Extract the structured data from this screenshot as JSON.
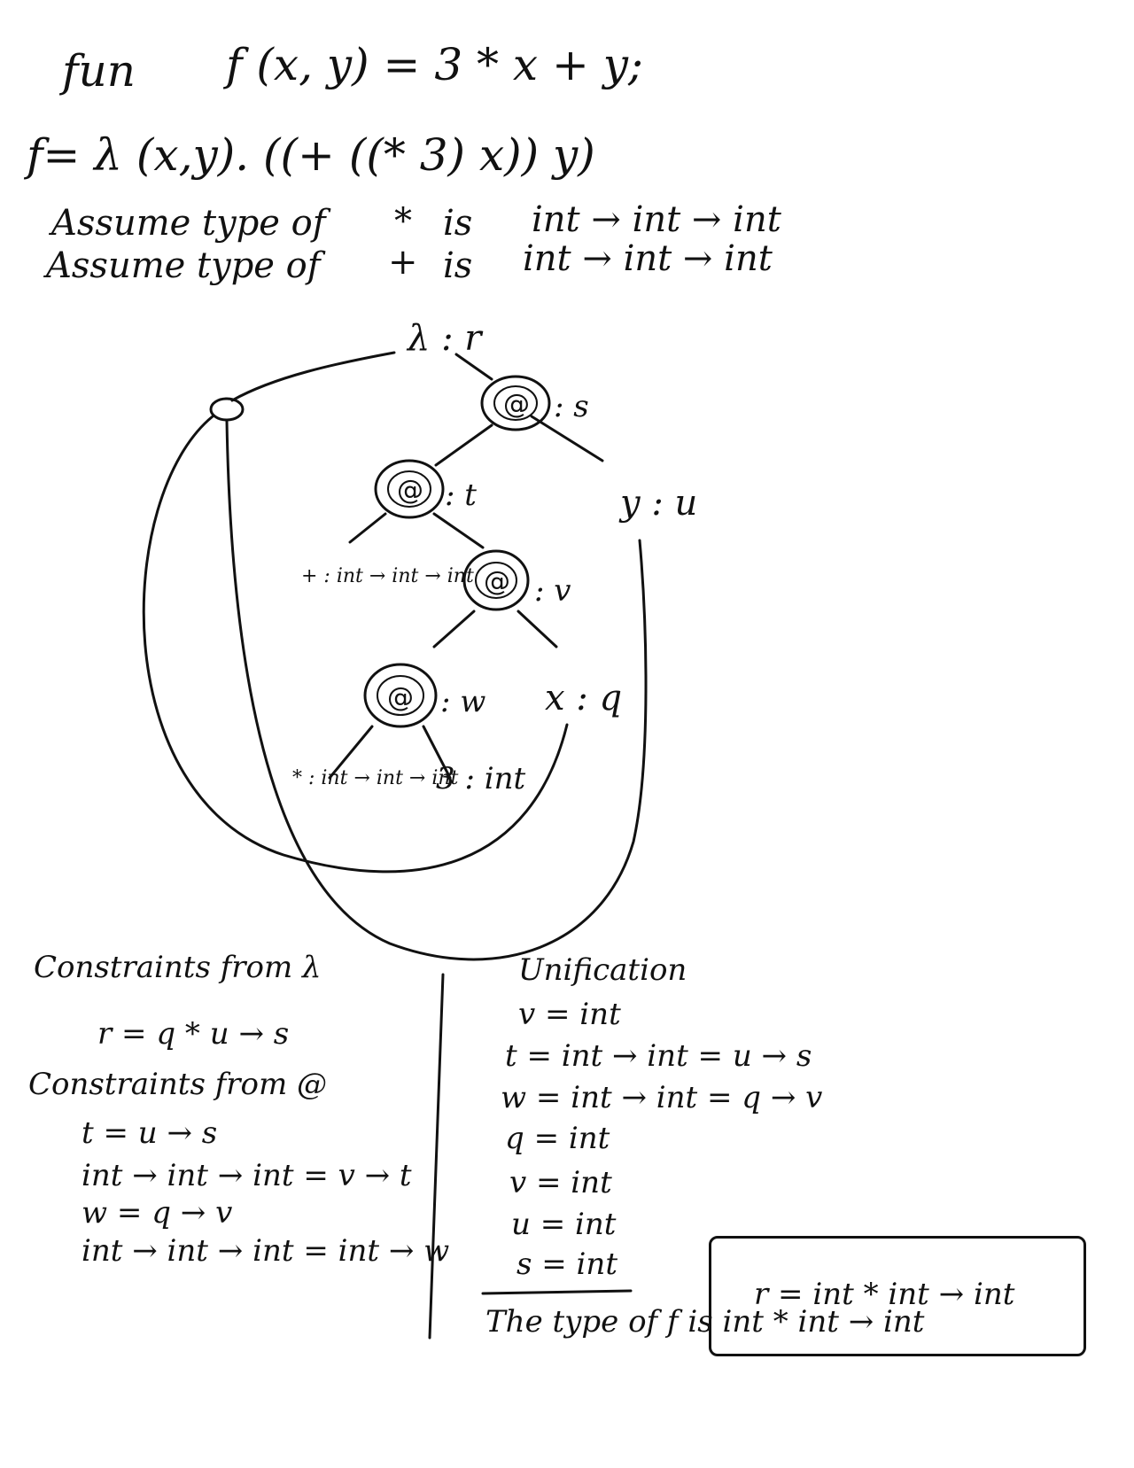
{
  "header": {
    "line1_fun": "fun",
    "line1_def": "f (x, y) = 3 * x + y;",
    "line2_lambda": "f= λ (x,y). ((+   ((*  3)  x))  y)",
    "assume1_prefix": "Assume type of",
    "assume1_op": "*",
    "assume1_is": "is",
    "assume1_type": "int → int → int",
    "assume2_prefix": "Assume type of",
    "assume2_op": "+",
    "assume2_is": "is",
    "assume2_type": "int → int → int"
  },
  "tree": {
    "root": "λ : r",
    "app_s": ": s",
    "app_t": ": t",
    "app_v": ": v",
    "app_w": ": w",
    "app_symbol": "@",
    "y_node": "y : u",
    "x_node": "x : q",
    "plus_node": "+ : int → int → int",
    "times_node": "* : int → int → int",
    "three_node": "3 : int"
  },
  "constraints": {
    "lambda_heading": "Constraints from λ",
    "lambda_items": [
      "r = q * u → s"
    ],
    "app_heading": "Constraints from @",
    "app_items": [
      "t = u → s",
      "int → int → int = v → t",
      "w = q → v",
      "int → int → int = int → w"
    ]
  },
  "unification": {
    "heading": "Unification",
    "items": [
      "v = int",
      "t = int → int = u → s",
      "w = int → int = q → v",
      "q = int",
      "v = int",
      "u = int",
      "s = int"
    ],
    "boxed_result": "r = int * int → int",
    "conclusion": "The type of  f  is  int * int → int"
  }
}
